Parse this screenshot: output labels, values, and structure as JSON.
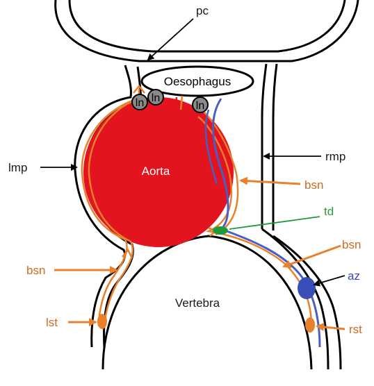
{
  "labels": {
    "pc": "pc",
    "oesophagus": "Oesophagus",
    "aorta": "Aorta",
    "vertebra": "Vertebra",
    "lmp": "lmp",
    "rmp": "rmp",
    "bsn_right_upper": "bsn",
    "bsn_right_lower": "bsn",
    "bsn_left": "bsn",
    "td": "td",
    "az": "az",
    "lst": "lst",
    "rst": "rst",
    "ln": "ln"
  },
  "colors": {
    "outline": "#000000",
    "aorta": "#e3131f",
    "nerve": "#e8802c",
    "vein": "#4a5ec2",
    "duct": "#1f9a3a",
    "node_fill": "#8a8a8a",
    "label_dark": "#1a1a1a",
    "label_orange": "#cc6a1f",
    "label_green": "#2a9a3a",
    "label_blue": "#3a48b4"
  }
}
